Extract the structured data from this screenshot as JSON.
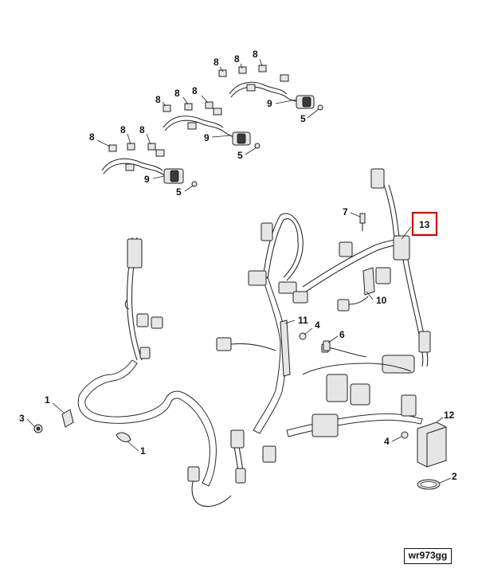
{
  "callouts": {
    "c8a": "8",
    "c8b": "8",
    "c8c": "8",
    "c8d": "8",
    "c8e": "8",
    "c8f": "8",
    "c8g": "8",
    "c8h": "8",
    "c8i": "8",
    "c9a": "9",
    "c9b": "9",
    "c9c": "9",
    "c5a": "5",
    "c5b": "5",
    "c5c": "5",
    "c7": "7",
    "c13": "13",
    "c10": "10",
    "c11": "11",
    "c4a": "4",
    "c6": "6",
    "c1a": "1",
    "c3": "3",
    "c1b": "1",
    "c12": "12",
    "c4b": "4",
    "c2": "2"
  },
  "reference_code": "wr973gg",
  "highlight_color": "#d40000"
}
